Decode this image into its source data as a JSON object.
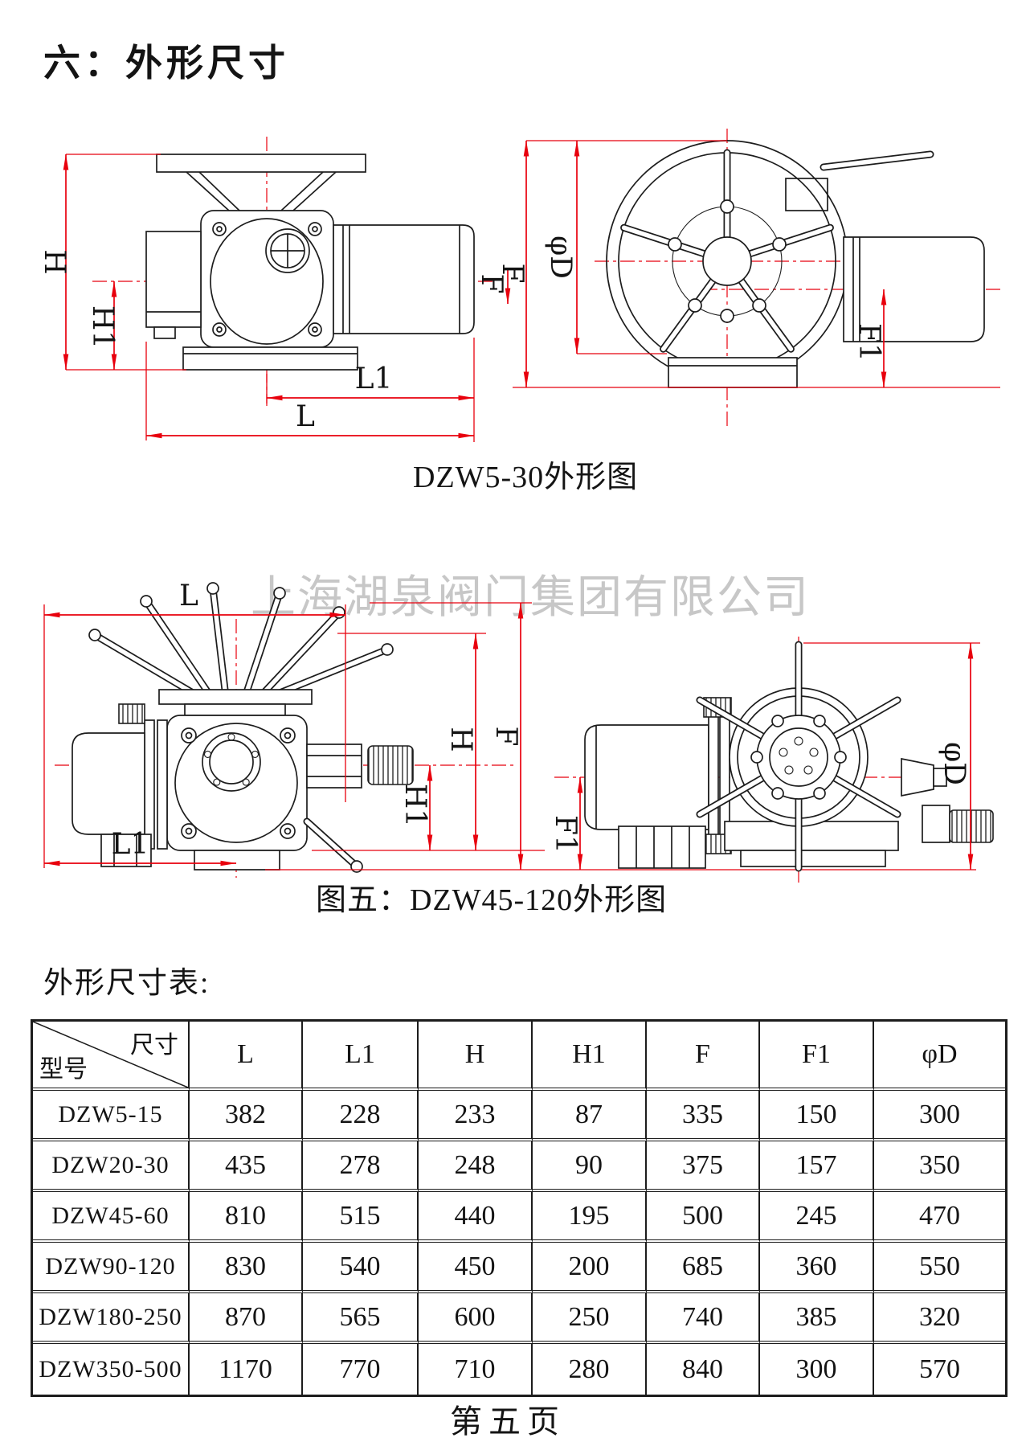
{
  "page": {
    "title": "六：外形尺寸",
    "watermark": "上海湖泉阀门集团有限公司",
    "table_label": "外形尺寸表:",
    "footer": "第五页"
  },
  "dim_labels": {
    "L": "L",
    "L1": "L1",
    "H": "H",
    "H1": "H1",
    "F": "F",
    "F1": "F1",
    "phiD": "φD"
  },
  "figures": [
    {
      "caption": "DZW5-30外形图"
    },
    {
      "caption": "图五：DZW45-120外形图"
    }
  ],
  "table": {
    "corner": {
      "top_right": "尺寸",
      "bottom_left": "型号"
    },
    "columns": [
      "L",
      "L1",
      "H",
      "H1",
      "F",
      "F1",
      "φD"
    ],
    "rows": [
      {
        "model": "DZW5-15",
        "values": [
          "382",
          "228",
          "233",
          "87",
          "335",
          "150",
          "300"
        ]
      },
      {
        "model": "DZW20-30",
        "values": [
          "435",
          "278",
          "248",
          "90",
          "375",
          "157",
          "350"
        ]
      },
      {
        "model": "DZW45-60",
        "values": [
          "810",
          "515",
          "440",
          "195",
          "500",
          "245",
          "470"
        ]
      },
      {
        "model": "DZW90-120",
        "values": [
          "830",
          "540",
          "450",
          "200",
          "685",
          "360",
          "550"
        ]
      },
      {
        "model": "DZW180-250",
        "values": [
          "870",
          "565",
          "600",
          "250",
          "740",
          "385",
          "320"
        ]
      },
      {
        "model": "DZW350-500",
        "values": [
          "1170",
          "770",
          "710",
          "280",
          "840",
          "300",
          "570"
        ]
      }
    ]
  }
}
